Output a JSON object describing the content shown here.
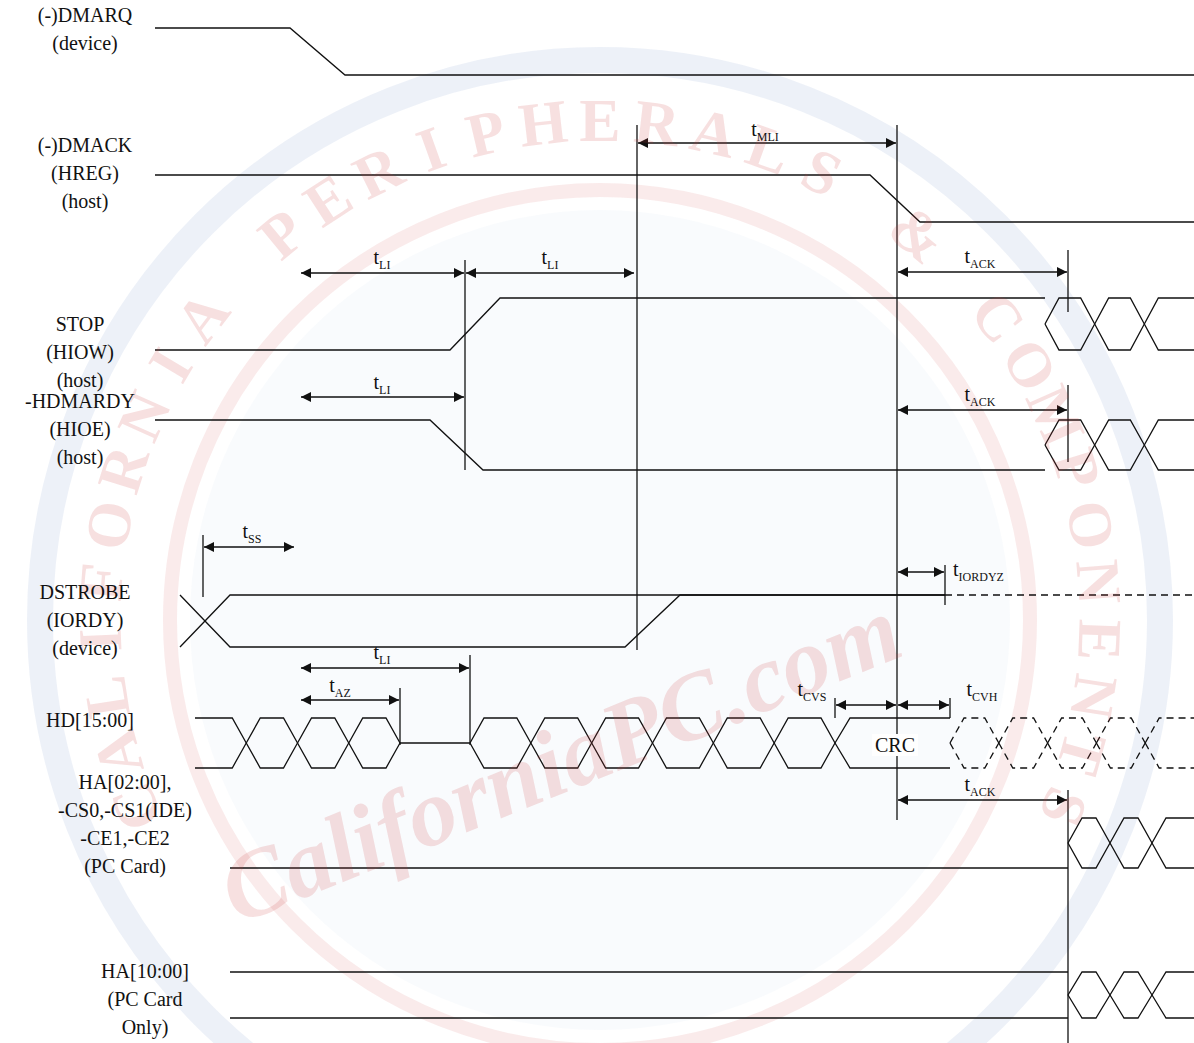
{
  "diagram": {
    "labels": [
      "(-)DMARQ (device)",
      "(-)DMACK (HREG) (host)",
      "STOP (HIOW) (host)",
      "-HDMARDY (HIOE) (host)",
      "DSTROBE (IORDY) (device)",
      "HD[15:00]",
      "HA[02:00], -CS0,-CS1(IDE) -CE1,-CE2 (PC Card)",
      "HA[10:00] (PC Card Only)",
      "tMLI",
      "tLI",
      "tLI",
      "tACK",
      "tLI",
      "tACK",
      "tSS",
      "tIORDYZ",
      "tLI",
      "tAZ",
      "tCVS",
      "tCVH",
      "CRC",
      "tACK",
      "CALIFORNIA PERIPHERALS & COMPONENTS",
      "CaliforniaPC.com"
    ]
  }
}
